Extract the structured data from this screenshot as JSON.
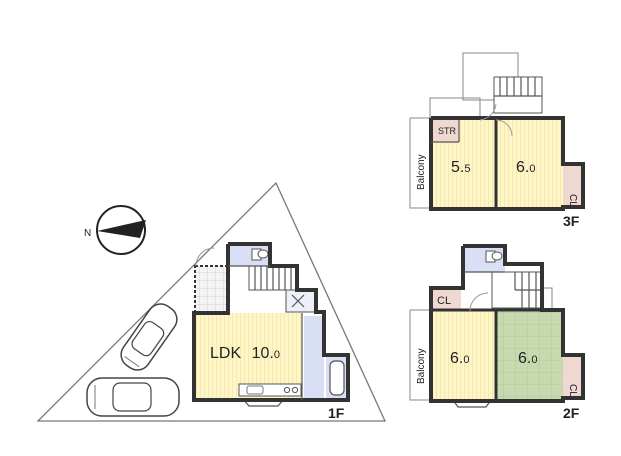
{
  "colors": {
    "room_fill": "#fff6c8",
    "room_stripe": "#f1dfa0",
    "tatami_fill": "#c7d9ae",
    "tatami_line": "#a6bd86",
    "wet_fill": "#d9dff5",
    "closet_fill": "#f0d8d2",
    "wall": "#333333",
    "lot_line": "#777777"
  },
  "icons": {
    "compass": "compass-icon",
    "car": "car-icon",
    "toilet": "toilet-icon",
    "bathtub": "bathtub-icon",
    "stove": "stove-icon"
  },
  "compass": {
    "north_label": "N"
  },
  "floor1": {
    "label": "1F",
    "ldk": {
      "name": "LDK",
      "size_main": "10.",
      "size_dec": "0"
    }
  },
  "floor2": {
    "label": "2F",
    "closet_top": "CL",
    "closet_side": "CL",
    "balcony": "Balcony",
    "west_room": {
      "size_main": "6.",
      "size_dec": "0"
    },
    "east_room": {
      "size_main": "6.",
      "size_dec": "0"
    }
  },
  "floor3": {
    "label": "3F",
    "storage": "STR",
    "closet": "CL",
    "balcony": "Balcony",
    "west_room": {
      "size_main": "5.",
      "size_dec": "5"
    },
    "east_room": {
      "size_main": "6.",
      "size_dec": "0"
    }
  }
}
